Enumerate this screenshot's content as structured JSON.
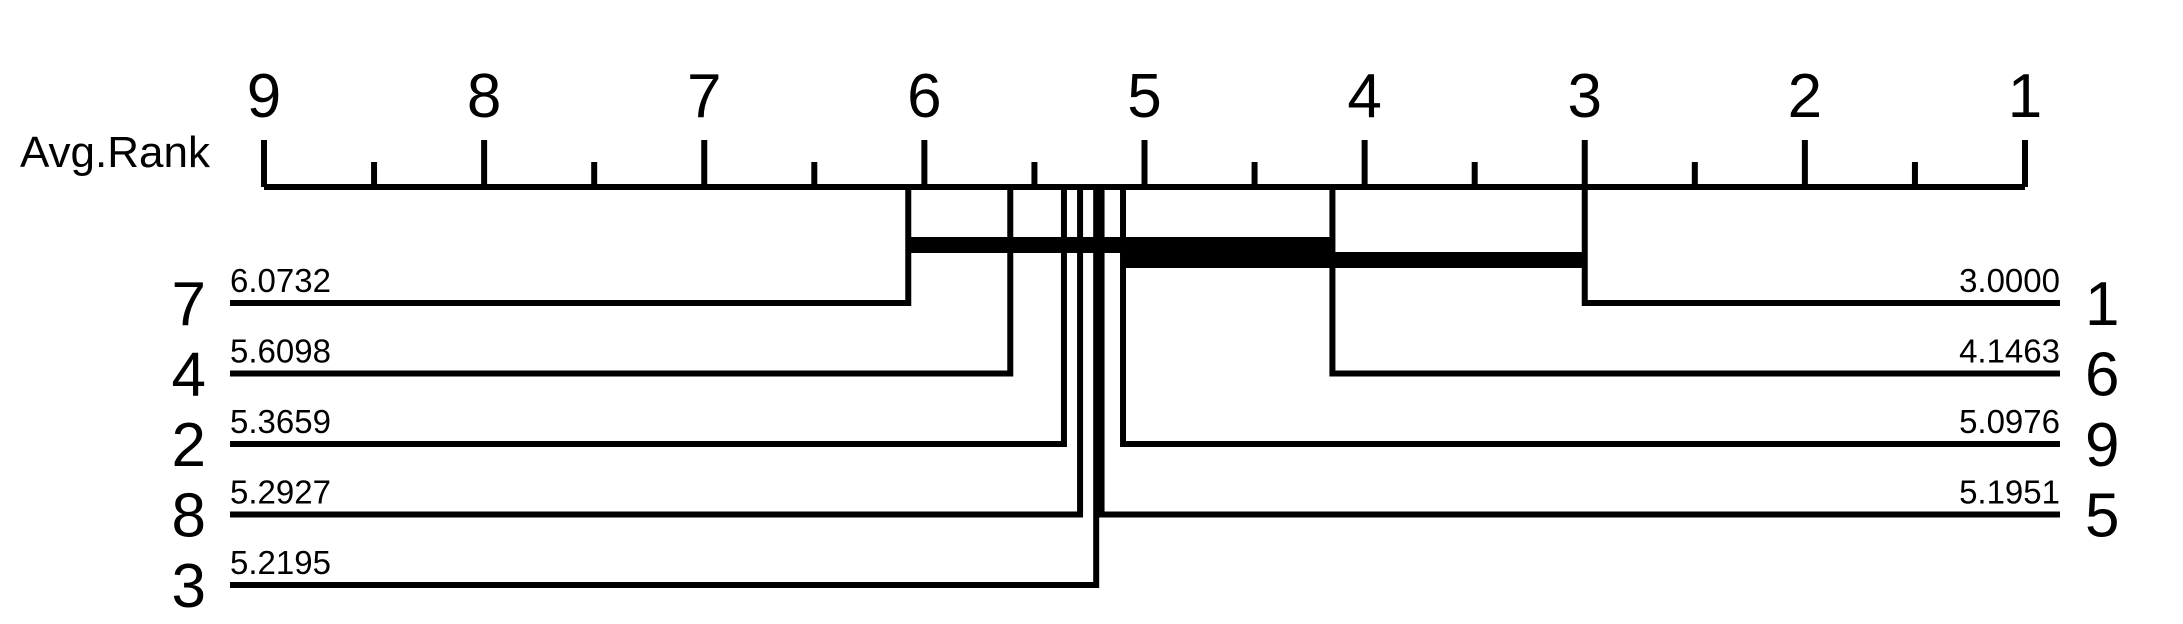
{
  "chart_data": {
    "type": "critical-difference-diagram",
    "axis_label": "Avg.Rank",
    "xlim": [
      9,
      1
    ],
    "tick_labels": [
      "9",
      "8",
      "7",
      "6",
      "5",
      "4",
      "3",
      "2",
      "1"
    ],
    "minor_ticks": [
      8.5,
      7.5,
      6.5,
      5.5,
      4.5,
      3.5,
      2.5,
      1.5
    ],
    "methods": [
      {
        "name": "7",
        "rank": 6.0732,
        "rank_label": "6.0732",
        "side": "left"
      },
      {
        "name": "4",
        "rank": 5.6098,
        "rank_label": "5.6098",
        "side": "left"
      },
      {
        "name": "2",
        "rank": 5.3659,
        "rank_label": "5.3659",
        "side": "left"
      },
      {
        "name": "8",
        "rank": 5.2927,
        "rank_label": "5.2927",
        "side": "left"
      },
      {
        "name": "3",
        "rank": 5.2195,
        "rank_label": "5.2195",
        "side": "left"
      },
      {
        "name": "1",
        "rank": 3.0,
        "rank_label": "3.0000",
        "side": "right"
      },
      {
        "name": "6",
        "rank": 4.1463,
        "rank_label": "4.1463",
        "side": "right"
      },
      {
        "name": "9",
        "rank": 5.0976,
        "rank_label": "5.0976",
        "side": "right"
      },
      {
        "name": "5",
        "rank": 5.1951,
        "rank_label": "5.1951",
        "side": "right"
      }
    ],
    "cliques": [
      {
        "from": 6.0732,
        "to": 4.1463
      },
      {
        "from": 5.0976,
        "to": 3.0
      }
    ]
  }
}
